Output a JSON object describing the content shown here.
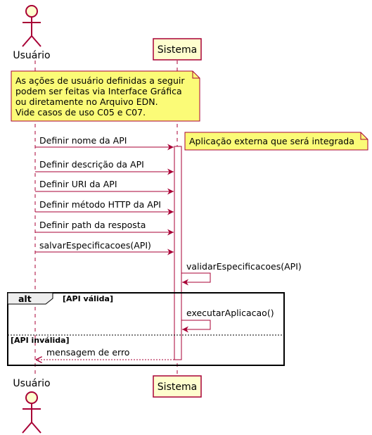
{
  "participants": {
    "user": {
      "label": "Usuário",
      "kind": "actor"
    },
    "system": {
      "label": "Sistema",
      "kind": "participant"
    }
  },
  "notes": {
    "top_lines": [
      "As ações de usuário definidas a seguir",
      "podem ser feitas via Interface Gráfica",
      "ou diretamente no Arquivo EDN.",
      "Vide casos de uso C05 e C07."
    ],
    "right": "Aplicação externa que será integrada"
  },
  "messages": [
    "Definir nome da API",
    "Definir descrição da API",
    "Definir URI da API",
    "Definir método HTTP da API",
    "Definir path da resposta",
    "salvarEspecificacoes(API)",
    "validarEspecificacoes(API)",
    "executarAplicacao()",
    "mensagem de erro"
  ],
  "alt": {
    "keyword": "alt",
    "guard_valid": "[API válida]",
    "guard_invalid": "[API inválida]"
  },
  "colors": {
    "participant_fill": "#FEFECE",
    "participant_border": "#A80036",
    "note_fill": "#FBFB77",
    "arrow": "#A80036",
    "lifeline": "#A80036",
    "text": "#000000"
  }
}
